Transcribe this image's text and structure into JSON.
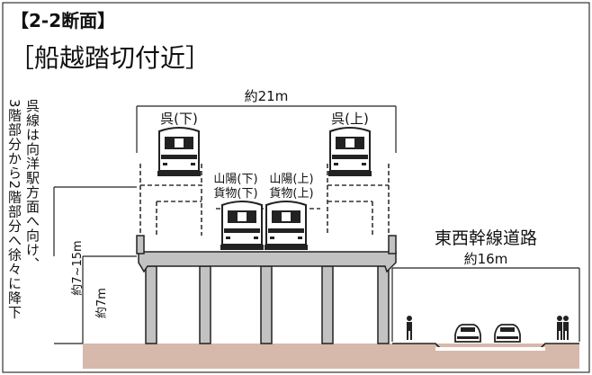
{
  "section_label": "【2-2断面】",
  "location_title": "［船越踏切付近］",
  "side_note_col1": "3階部分から2階部分へ徐々に降下",
  "side_note_col2": "呉線は向洋駅方面へ向け、",
  "viaduct_width": "約21m",
  "kure_down": "呉(下)",
  "kure_up": "呉(上)",
  "sanyo_down": "山陽(下)",
  "sanyo_up": "山陽(上)",
  "freight_down": "貨物(下)",
  "freight_up": "貨物(上)",
  "height_7_15": "約7~15m",
  "height_7": "約7m",
  "road_name": "東西幹線道路",
  "road_width": "約16m",
  "colors": {
    "ground": "#d6b9aa",
    "structure": "#c2c2c2",
    "outline": "#222222"
  }
}
